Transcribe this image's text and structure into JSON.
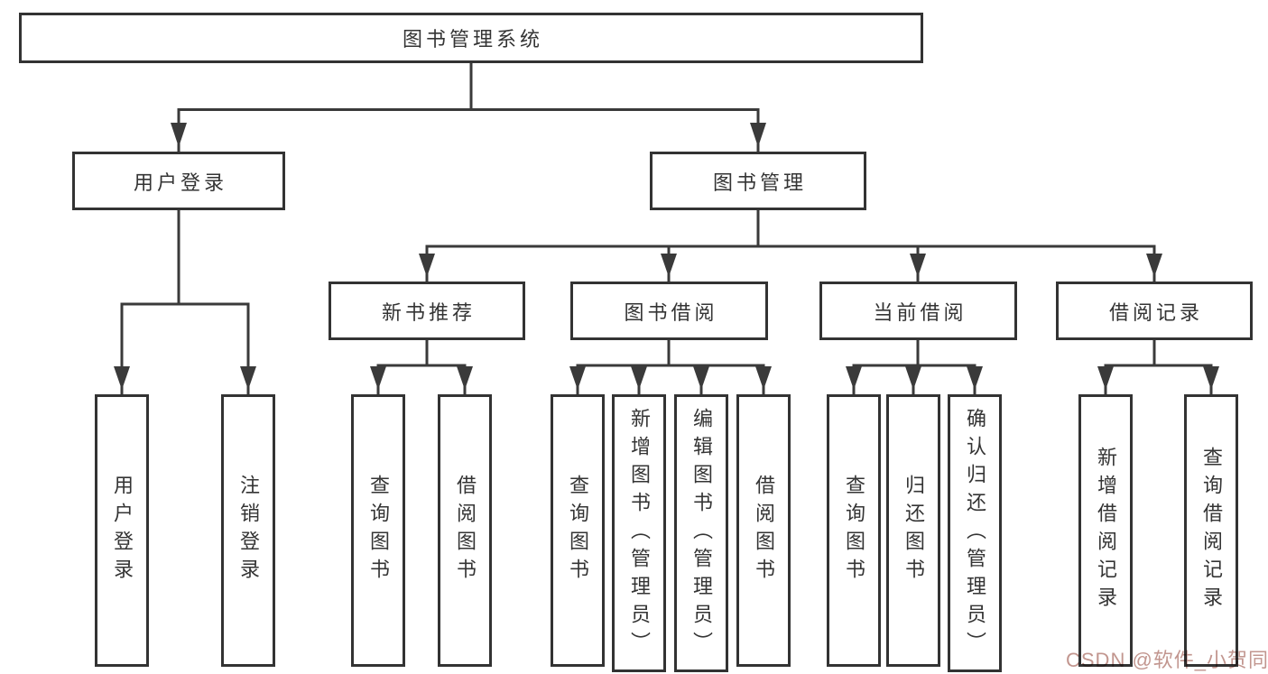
{
  "diagram": {
    "type": "hierarchy-tree",
    "title": "图书管理系统",
    "nodes": {
      "root": {
        "label": "图书管理系统"
      },
      "user-login": {
        "label": "用户登录"
      },
      "book-mgmt": {
        "label": "图书管理"
      },
      "new-book-rec": {
        "label": "新书推荐"
      },
      "book-borrow": {
        "label": "图书借阅"
      },
      "current-borrow": {
        "label": "当前借阅"
      },
      "borrow-record": {
        "label": "借阅记录"
      },
      "leaf-user-login": {
        "label": "用户登录"
      },
      "leaf-logout": {
        "label": "注销登录"
      },
      "leaf-nbr-query": {
        "label": "查询图书"
      },
      "leaf-nbr-borrow": {
        "label": "借阅图书"
      },
      "leaf-bb-query": {
        "label": "查询图书"
      },
      "leaf-bb-add": {
        "label": "新增图书（管理员）"
      },
      "leaf-bb-edit": {
        "label": "编辑图书（管理员）"
      },
      "leaf-bb-borrow": {
        "label": "借阅图书"
      },
      "leaf-cb-query": {
        "label": "查询图书"
      },
      "leaf-cb-return": {
        "label": "归还图书"
      },
      "leaf-cb-confirm": {
        "label": "确认归还（管理员）"
      },
      "leaf-br-add": {
        "label": "新增借阅记录"
      },
      "leaf-br-query": {
        "label": "查询借阅记录"
      }
    },
    "edges": [
      [
        "root",
        "user-login"
      ],
      [
        "root",
        "book-mgmt"
      ],
      [
        "user-login",
        "leaf-user-login"
      ],
      [
        "user-login",
        "leaf-logout"
      ],
      [
        "book-mgmt",
        "new-book-rec"
      ],
      [
        "book-mgmt",
        "book-borrow"
      ],
      [
        "book-mgmt",
        "current-borrow"
      ],
      [
        "book-mgmt",
        "borrow-record"
      ],
      [
        "new-book-rec",
        "leaf-nbr-query"
      ],
      [
        "new-book-rec",
        "leaf-nbr-borrow"
      ],
      [
        "book-borrow",
        "leaf-bb-query"
      ],
      [
        "book-borrow",
        "leaf-bb-add"
      ],
      [
        "book-borrow",
        "leaf-bb-edit"
      ],
      [
        "book-borrow",
        "leaf-bb-borrow"
      ],
      [
        "current-borrow",
        "leaf-cb-query"
      ],
      [
        "current-borrow",
        "leaf-cb-return"
      ],
      [
        "current-borrow",
        "leaf-cb-confirm"
      ],
      [
        "borrow-record",
        "leaf-br-add"
      ],
      [
        "borrow-record",
        "leaf-br-query"
      ]
    ],
    "colors": {
      "box_border": "#333333",
      "line": "#3a3a3a",
      "text": "#343434",
      "watermark": "#c2968f"
    }
  },
  "watermark": {
    "text": "CSDN @软件_小贺同学"
  }
}
